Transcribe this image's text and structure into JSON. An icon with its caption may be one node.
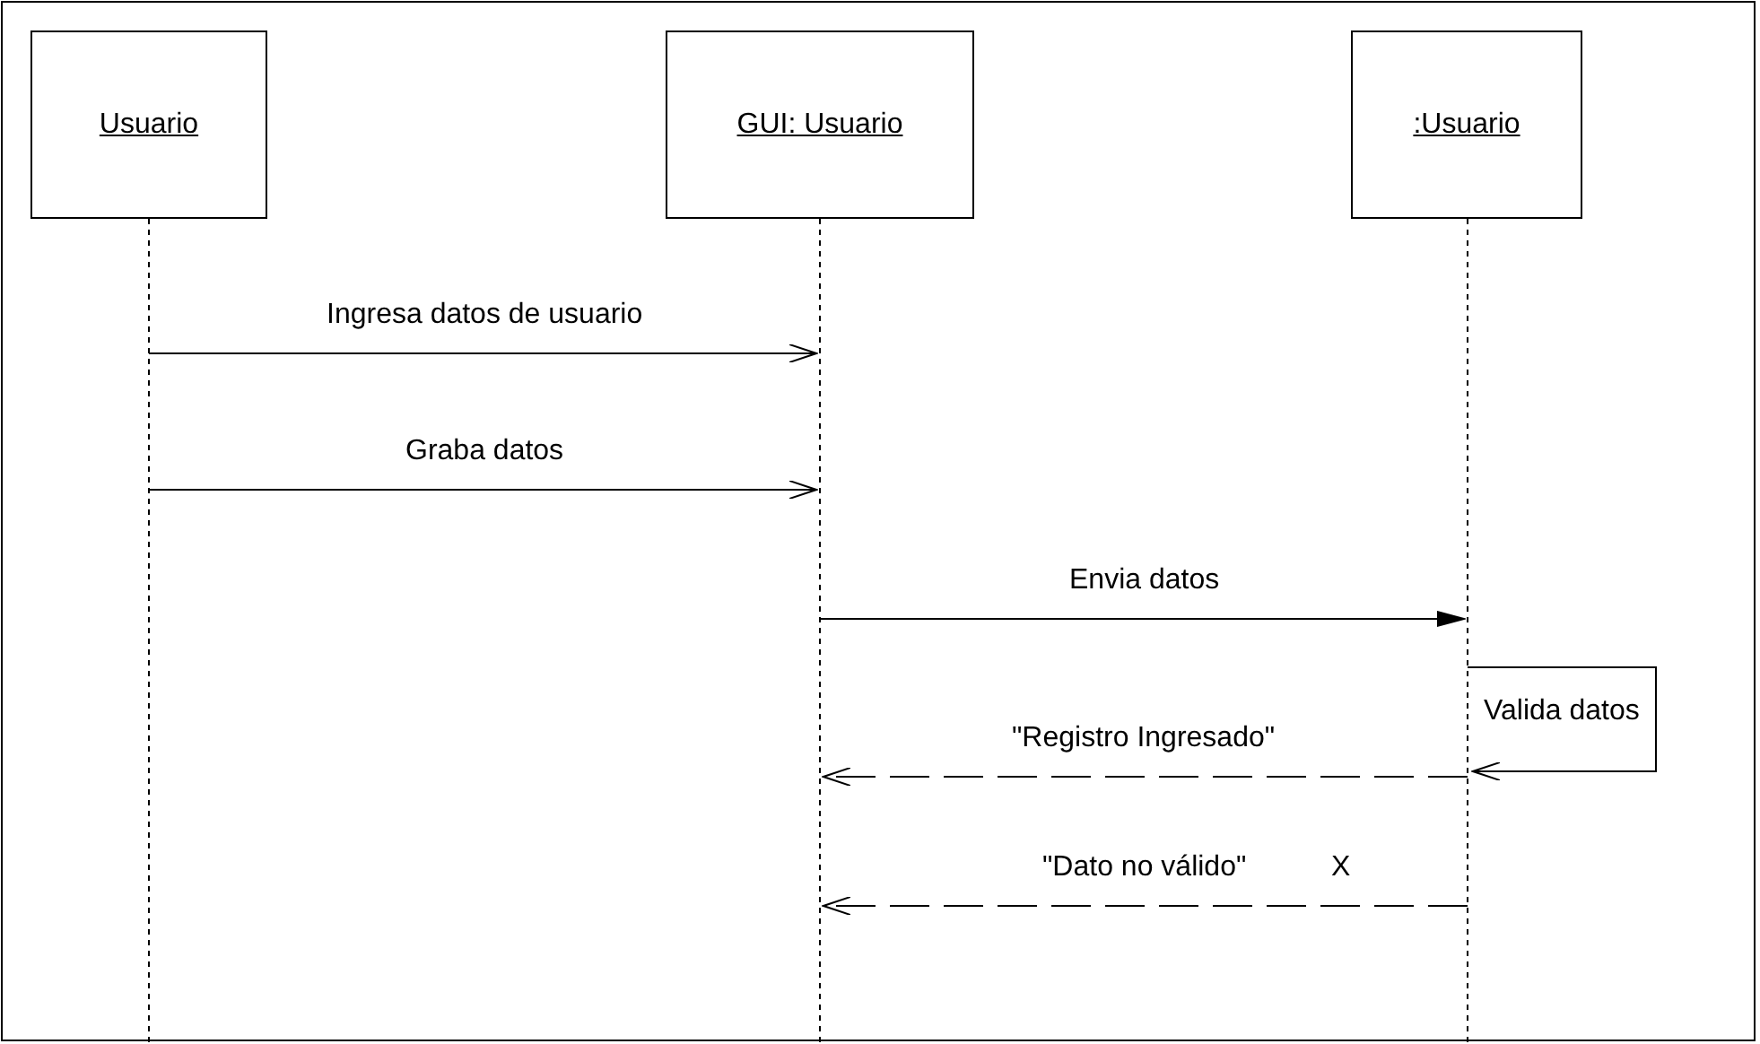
{
  "diagram": {
    "nodes": [
      {
        "text": [
          "Usuario"
        ]
      },
      {
        "text": [
          "GUI: Usuario"
        ]
      },
      {
        "text": [
          ":Usuario"
        ]
      }
    ],
    "edges": [
      {
        "from": 0,
        "to": 1,
        "arrow": "to",
        "label": "Ingresa datos de usuario"
      },
      {
        "from": 0,
        "to": 1,
        "arrow": "to",
        "label": "Graba datos"
      },
      {
        "from": 1,
        "to": 2,
        "arrow": "to",
        "label": "Envia datos"
      },
      {
        "from": 2,
        "to": 2,
        "arrow": "to",
        "label": "Valida datos"
      },
      {
        "from": 2,
        "to": 1,
        "arrow": "to",
        "label": "\"Registro Ingresado\"",
        "style": "dashed"
      },
      {
        "from": 2,
        "to": 1,
        "arrow": "to",
        "label": "\"Dato no válido\"",
        "style": "dashed"
      }
    ],
    "labels": [
      "X"
    ]
  }
}
